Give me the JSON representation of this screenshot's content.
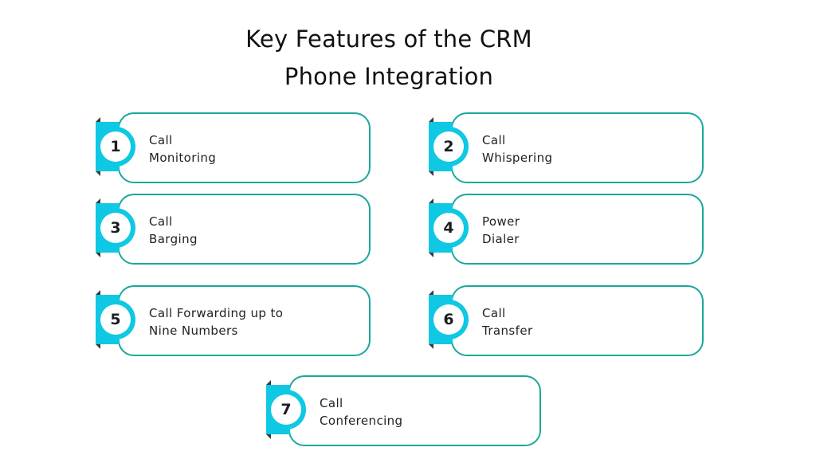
{
  "title": {
    "line1": "Key Features of the CRM",
    "line2": "Phone Integration"
  },
  "features": [
    {
      "number": "1",
      "line1": "Call",
      "line2": "Monitoring"
    },
    {
      "number": "2",
      "line1": "Call",
      "line2": "Whispering"
    },
    {
      "number": "3",
      "line1": "Call",
      "line2": "Barging"
    },
    {
      "number": "4",
      "line1": "Power",
      "line2": "Dialer"
    },
    {
      "number": "5",
      "line1": "Call Forwarding up to",
      "line2": "Nine Numbers"
    },
    {
      "number": "6",
      "line1": "Call",
      "line2": "Transfer"
    },
    {
      "number": "7",
      "line1": "Call",
      "line2": "Conferencing"
    }
  ],
  "colors": {
    "accent": "#0fc8e3",
    "border": "#1aa89a",
    "text": "#222222",
    "background": "#ffffff"
  }
}
